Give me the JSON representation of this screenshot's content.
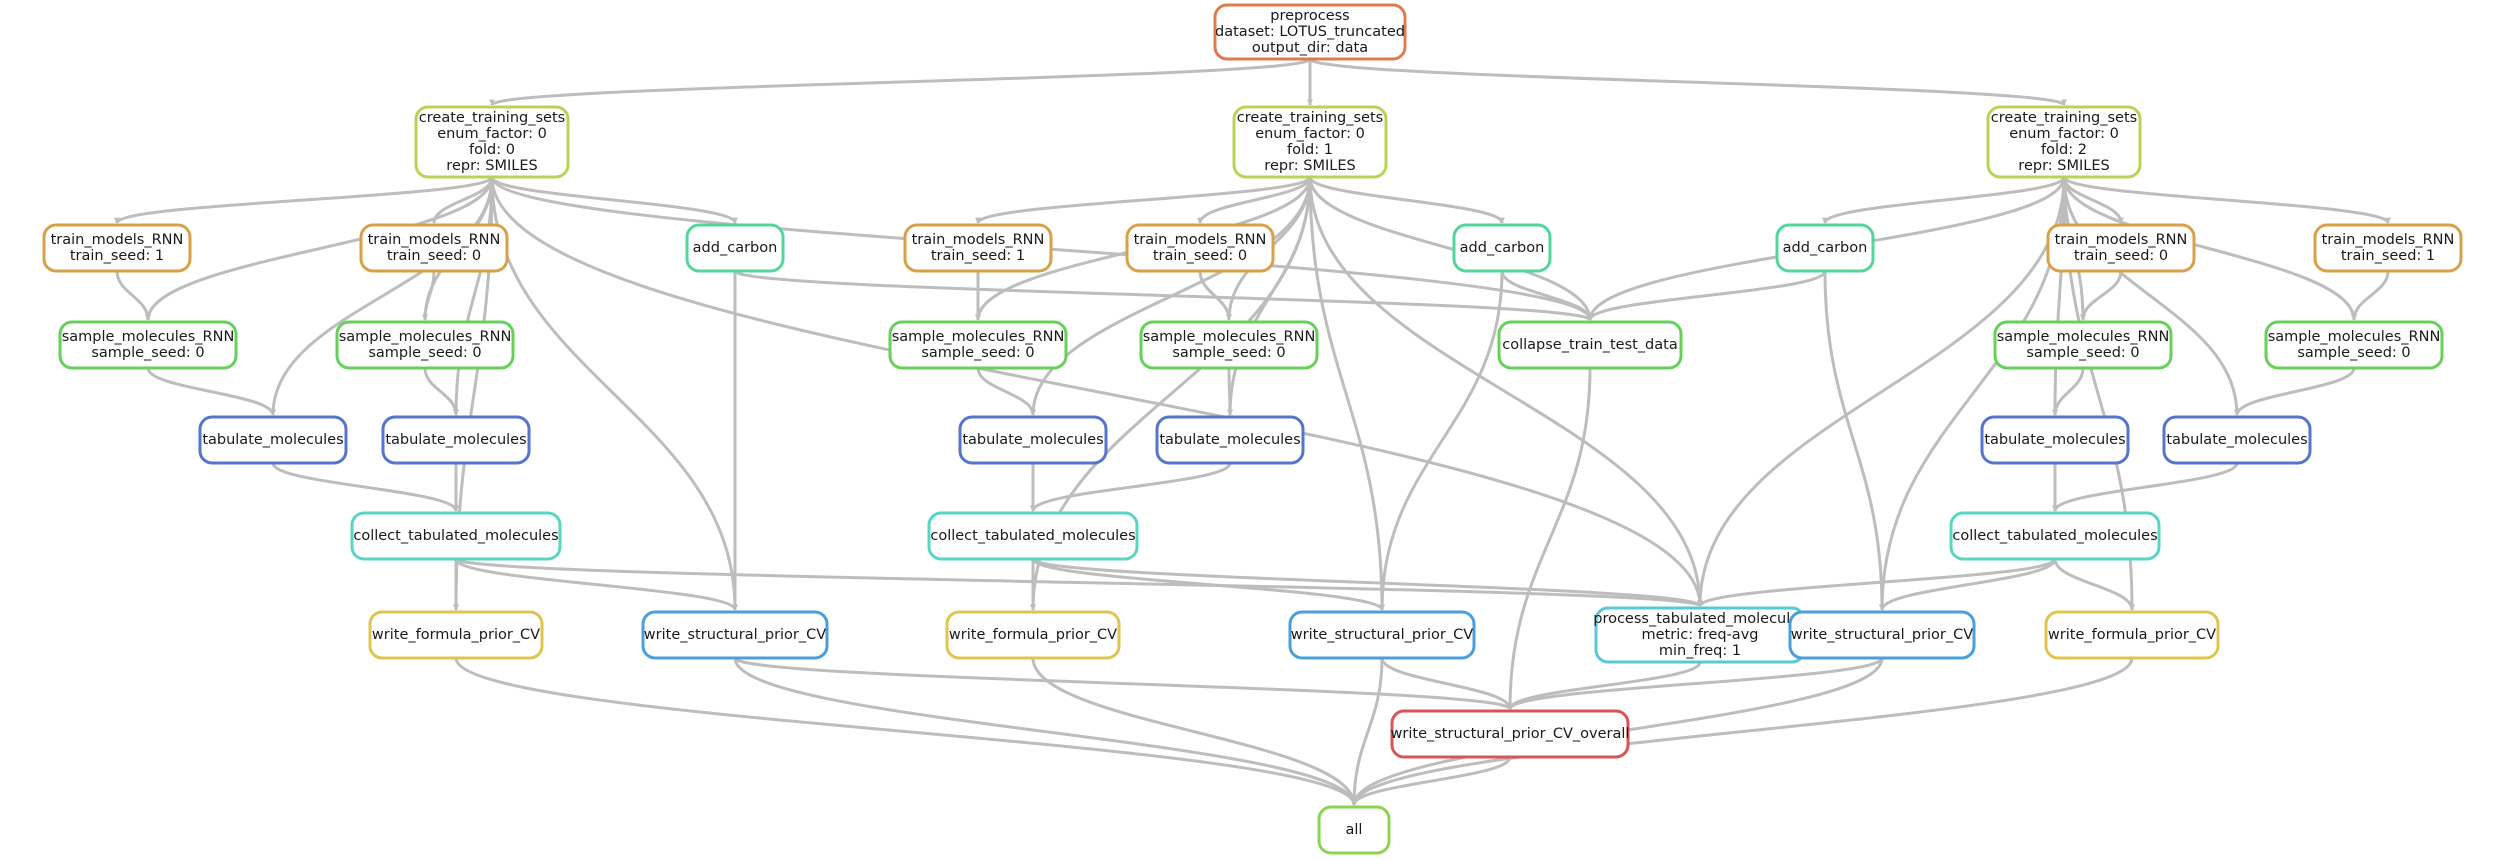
{
  "colors": {
    "edge": "#bdbdbd",
    "preprocess": "#e07950",
    "create_training_sets": "#b8d457",
    "train_models_RNN": "#d9a04a",
    "add_carbon": "#53d69a",
    "sample_molecules_RNN": "#66d15a",
    "collapse_train_test_data": "#66d15a",
    "tabulate_molecules": "#5575cc",
    "collect_tabulated_molecules": "#57d6c2",
    "write_formula_prior_CV": "#e0c44f",
    "write_structural_prior_CV": "#4a9fdb",
    "process_tabulated_molecules": "#57c9d6",
    "write_structural_prior_CV_overall": "#d95454",
    "all": "#8cd44f"
  },
  "nodes": [
    {
      "id": "preprocess",
      "rule": "preprocess",
      "lines": [
        "preprocess",
        "dataset: LOTUS_truncated",
        "output_dir: data"
      ]
    },
    {
      "id": "cts0",
      "rule": "create_training_sets",
      "lines": [
        "create_training_sets",
        "enum_factor: 0",
        "fold: 0",
        "repr: SMILES"
      ]
    },
    {
      "id": "cts1",
      "rule": "create_training_sets",
      "lines": [
        "create_training_sets",
        "enum_factor: 0",
        "fold: 1",
        "repr: SMILES"
      ]
    },
    {
      "id": "cts2",
      "rule": "create_training_sets",
      "lines": [
        "create_training_sets",
        "enum_factor: 0",
        "fold: 2",
        "repr: SMILES"
      ]
    },
    {
      "id": "tm0a",
      "rule": "train_models_RNN",
      "lines": [
        "train_models_RNN",
        "train_seed: 1"
      ]
    },
    {
      "id": "tm0b",
      "rule": "train_models_RNN",
      "lines": [
        "train_models_RNN",
        "train_seed: 0"
      ]
    },
    {
      "id": "tm1a",
      "rule": "train_models_RNN",
      "lines": [
        "train_models_RNN",
        "train_seed: 1"
      ]
    },
    {
      "id": "tm1b",
      "rule": "train_models_RNN",
      "lines": [
        "train_models_RNN",
        "train_seed: 0"
      ]
    },
    {
      "id": "tm2a",
      "rule": "train_models_RNN",
      "lines": [
        "train_models_RNN",
        "train_seed: 0"
      ]
    },
    {
      "id": "tm2b",
      "rule": "train_models_RNN",
      "lines": [
        "train_models_RNN",
        "train_seed: 1"
      ]
    },
    {
      "id": "ac0",
      "rule": "add_carbon",
      "lines": [
        "add_carbon"
      ]
    },
    {
      "id": "ac1",
      "rule": "add_carbon",
      "lines": [
        "add_carbon"
      ]
    },
    {
      "id": "ac2",
      "rule": "add_carbon",
      "lines": [
        "add_carbon"
      ]
    },
    {
      "id": "sm0a",
      "rule": "sample_molecules_RNN",
      "lines": [
        "sample_molecules_RNN",
        "sample_seed: 0"
      ]
    },
    {
      "id": "sm0b",
      "rule": "sample_molecules_RNN",
      "lines": [
        "sample_molecules_RNN",
        "sample_seed: 0"
      ]
    },
    {
      "id": "sm1a",
      "rule": "sample_molecules_RNN",
      "lines": [
        "sample_molecules_RNN",
        "sample_seed: 0"
      ]
    },
    {
      "id": "sm1b",
      "rule": "sample_molecules_RNN",
      "lines": [
        "sample_molecules_RNN",
        "sample_seed: 0"
      ]
    },
    {
      "id": "sm2a",
      "rule": "sample_molecules_RNN",
      "lines": [
        "sample_molecules_RNN",
        "sample_seed: 0"
      ]
    },
    {
      "id": "sm2b",
      "rule": "sample_molecules_RNN",
      "lines": [
        "sample_molecules_RNN",
        "sample_seed: 0"
      ]
    },
    {
      "id": "collapse",
      "rule": "collapse_train_test_data",
      "lines": [
        "collapse_train_test_data"
      ]
    },
    {
      "id": "tab0a",
      "rule": "tabulate_molecules",
      "lines": [
        "tabulate_molecules"
      ]
    },
    {
      "id": "tab0b",
      "rule": "tabulate_molecules",
      "lines": [
        "tabulate_molecules"
      ]
    },
    {
      "id": "tab1a",
      "rule": "tabulate_molecules",
      "lines": [
        "tabulate_molecules"
      ]
    },
    {
      "id": "tab1b",
      "rule": "tabulate_molecules",
      "lines": [
        "tabulate_molecules"
      ]
    },
    {
      "id": "tab2a",
      "rule": "tabulate_molecules",
      "lines": [
        "tabulate_molecules"
      ]
    },
    {
      "id": "tab2b",
      "rule": "tabulate_molecules",
      "lines": [
        "tabulate_molecules"
      ]
    },
    {
      "id": "col0",
      "rule": "collect_tabulated_molecules",
      "lines": [
        "collect_tabulated_molecules"
      ]
    },
    {
      "id": "col1",
      "rule": "collect_tabulated_molecules",
      "lines": [
        "collect_tabulated_molecules"
      ]
    },
    {
      "id": "col2",
      "rule": "collect_tabulated_molecules",
      "lines": [
        "collect_tabulated_molecules"
      ]
    },
    {
      "id": "wf0",
      "rule": "write_formula_prior_CV",
      "lines": [
        "write_formula_prior_CV"
      ]
    },
    {
      "id": "ws0",
      "rule": "write_structural_prior_CV",
      "lines": [
        "write_structural_prior_CV"
      ]
    },
    {
      "id": "wf1",
      "rule": "write_formula_prior_CV",
      "lines": [
        "write_formula_prior_CV"
      ]
    },
    {
      "id": "ws1",
      "rule": "write_structural_prior_CV",
      "lines": [
        "write_structural_prior_CV"
      ]
    },
    {
      "id": "ptm",
      "rule": "process_tabulated_molecules",
      "lines": [
        "process_tabulated_molecules",
        "metric: freq-avg",
        "min_freq: 1"
      ]
    },
    {
      "id": "ws2",
      "rule": "write_structural_prior_CV",
      "lines": [
        "write_structural_prior_CV"
      ]
    },
    {
      "id": "wf2",
      "rule": "write_formula_prior_CV",
      "lines": [
        "write_formula_prior_CV"
      ]
    },
    {
      "id": "wso",
      "rule": "write_structural_prior_CV_overall",
      "lines": [
        "write_structural_prior_CV_overall"
      ]
    },
    {
      "id": "all",
      "rule": "all",
      "lines": [
        "all"
      ]
    }
  ],
  "edges": [
    [
      "preprocess",
      "cts0"
    ],
    [
      "preprocess",
      "cts1"
    ],
    [
      "preprocess",
      "cts2"
    ],
    [
      "cts0",
      "tm0a"
    ],
    [
      "cts0",
      "tm0b"
    ],
    [
      "cts0",
      "ac0"
    ],
    [
      "cts0",
      "sm0a"
    ],
    [
      "cts0",
      "sm0b"
    ],
    [
      "cts0",
      "tab0a"
    ],
    [
      "cts0",
      "tab0b"
    ],
    [
      "cts0",
      "ws0"
    ],
    [
      "cts0",
      "wf0"
    ],
    [
      "cts0",
      "ptm"
    ],
    [
      "cts0",
      "collapse"
    ],
    [
      "cts1",
      "tm1a"
    ],
    [
      "cts1",
      "tm1b"
    ],
    [
      "cts1",
      "ac1"
    ],
    [
      "cts1",
      "sm1a"
    ],
    [
      "cts1",
      "sm1b"
    ],
    [
      "cts1",
      "tab1a"
    ],
    [
      "cts1",
      "tab1b"
    ],
    [
      "cts1",
      "ws1"
    ],
    [
      "cts1",
      "wf1"
    ],
    [
      "cts1",
      "ptm"
    ],
    [
      "cts1",
      "collapse"
    ],
    [
      "cts2",
      "ac2"
    ],
    [
      "cts2",
      "tm2a"
    ],
    [
      "cts2",
      "tm2b"
    ],
    [
      "cts2",
      "sm2a"
    ],
    [
      "cts2",
      "sm2b"
    ],
    [
      "cts2",
      "tab2a"
    ],
    [
      "cts2",
      "tab2b"
    ],
    [
      "cts2",
      "ws2"
    ],
    [
      "cts2",
      "wf2"
    ],
    [
      "cts2",
      "ptm"
    ],
    [
      "cts2",
      "collapse"
    ],
    [
      "tm0a",
      "sm0a"
    ],
    [
      "tm0b",
      "sm0b"
    ],
    [
      "tm1a",
      "sm1a"
    ],
    [
      "tm1b",
      "sm1b"
    ],
    [
      "tm2a",
      "sm2a"
    ],
    [
      "tm2b",
      "sm2b"
    ],
    [
      "ac0",
      "ws0"
    ],
    [
      "ac0",
      "collapse"
    ],
    [
      "ac1",
      "ws1"
    ],
    [
      "ac1",
      "collapse"
    ],
    [
      "ac2",
      "ws2"
    ],
    [
      "ac2",
      "collapse"
    ],
    [
      "sm0a",
      "tab0a"
    ],
    [
      "sm0b",
      "tab0b"
    ],
    [
      "sm1a",
      "tab1a"
    ],
    [
      "sm1b",
      "tab1b"
    ],
    [
      "sm2a",
      "tab2a"
    ],
    [
      "sm2b",
      "tab2b"
    ],
    [
      "tab0a",
      "col0"
    ],
    [
      "tab0b",
      "col0"
    ],
    [
      "tab1a",
      "col1"
    ],
    [
      "tab1b",
      "col1"
    ],
    [
      "tab2a",
      "col2"
    ],
    [
      "tab2b",
      "col2"
    ],
    [
      "col0",
      "wf0"
    ],
    [
      "col0",
      "ws0"
    ],
    [
      "col0",
      "ptm"
    ],
    [
      "col1",
      "wf1"
    ],
    [
      "col1",
      "ws1"
    ],
    [
      "col1",
      "ptm"
    ],
    [
      "col2",
      "wf2"
    ],
    [
      "col2",
      "ws2"
    ],
    [
      "col2",
      "ptm"
    ],
    [
      "collapse",
      "wso"
    ],
    [
      "ptm",
      "wso"
    ],
    [
      "ws0",
      "wso"
    ],
    [
      "ws1",
      "wso"
    ],
    [
      "ws2",
      "wso"
    ],
    [
      "wf0",
      "all"
    ],
    [
      "ws0",
      "all"
    ],
    [
      "wf1",
      "all"
    ],
    [
      "ws1",
      "all"
    ],
    [
      "wso",
      "all"
    ],
    [
      "ws2",
      "all"
    ],
    [
      "wf2",
      "all"
    ]
  ]
}
